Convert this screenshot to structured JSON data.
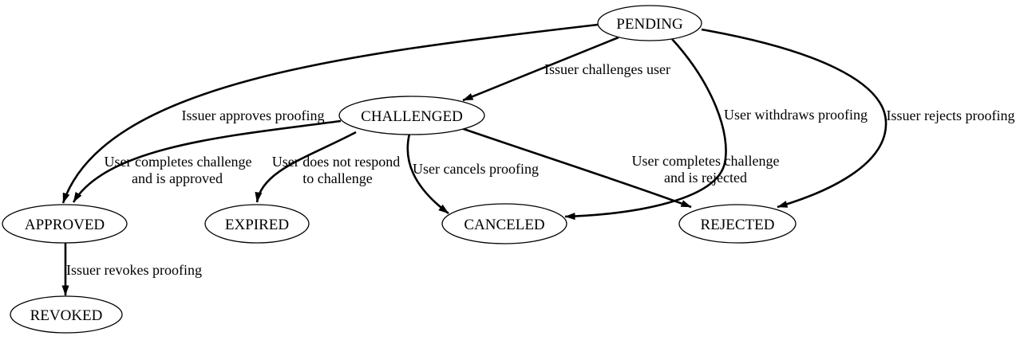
{
  "diagram": {
    "type": "state-machine",
    "background_color": "#ffffff",
    "line_color": "#000000",
    "text_color": "#000000",
    "nodes": [
      {
        "id": "pending",
        "label": "PENDING"
      },
      {
        "id": "challenged",
        "label": "CHALLENGED"
      },
      {
        "id": "approved",
        "label": "APPROVED"
      },
      {
        "id": "expired",
        "label": "EXPIRED"
      },
      {
        "id": "canceled",
        "label": "CANCELED"
      },
      {
        "id": "rejected",
        "label": "REJECTED"
      },
      {
        "id": "revoked",
        "label": "REVOKED"
      }
    ],
    "edges": [
      {
        "from": "PENDING",
        "to": "CHALLENGED",
        "lines": [
          "Issuer challenges user"
        ]
      },
      {
        "from": "PENDING",
        "to": "APPROVED",
        "lines": [
          "Issuer approves proofing"
        ]
      },
      {
        "from": "PENDING",
        "to": "CANCELED",
        "lines": [
          "User withdraws proofing"
        ]
      },
      {
        "from": "PENDING",
        "to": "REJECTED",
        "lines": [
          "Issuer rejects proofing"
        ]
      },
      {
        "from": "CHALLENGED",
        "to": "APPROVED",
        "lines": [
          "User completes challenge",
          "and is approved"
        ]
      },
      {
        "from": "CHALLENGED",
        "to": "EXPIRED",
        "lines": [
          "User does not respond",
          "to challenge"
        ]
      },
      {
        "from": "CHALLENGED",
        "to": "CANCELED",
        "lines": [
          "User cancels proofing"
        ]
      },
      {
        "from": "CHALLENGED",
        "to": "REJECTED",
        "lines": [
          "User completes challenge",
          "and is rejected"
        ]
      },
      {
        "from": "APPROVED",
        "to": "REVOKED",
        "lines": [
          "Issuer revokes proofing"
        ]
      }
    ]
  }
}
